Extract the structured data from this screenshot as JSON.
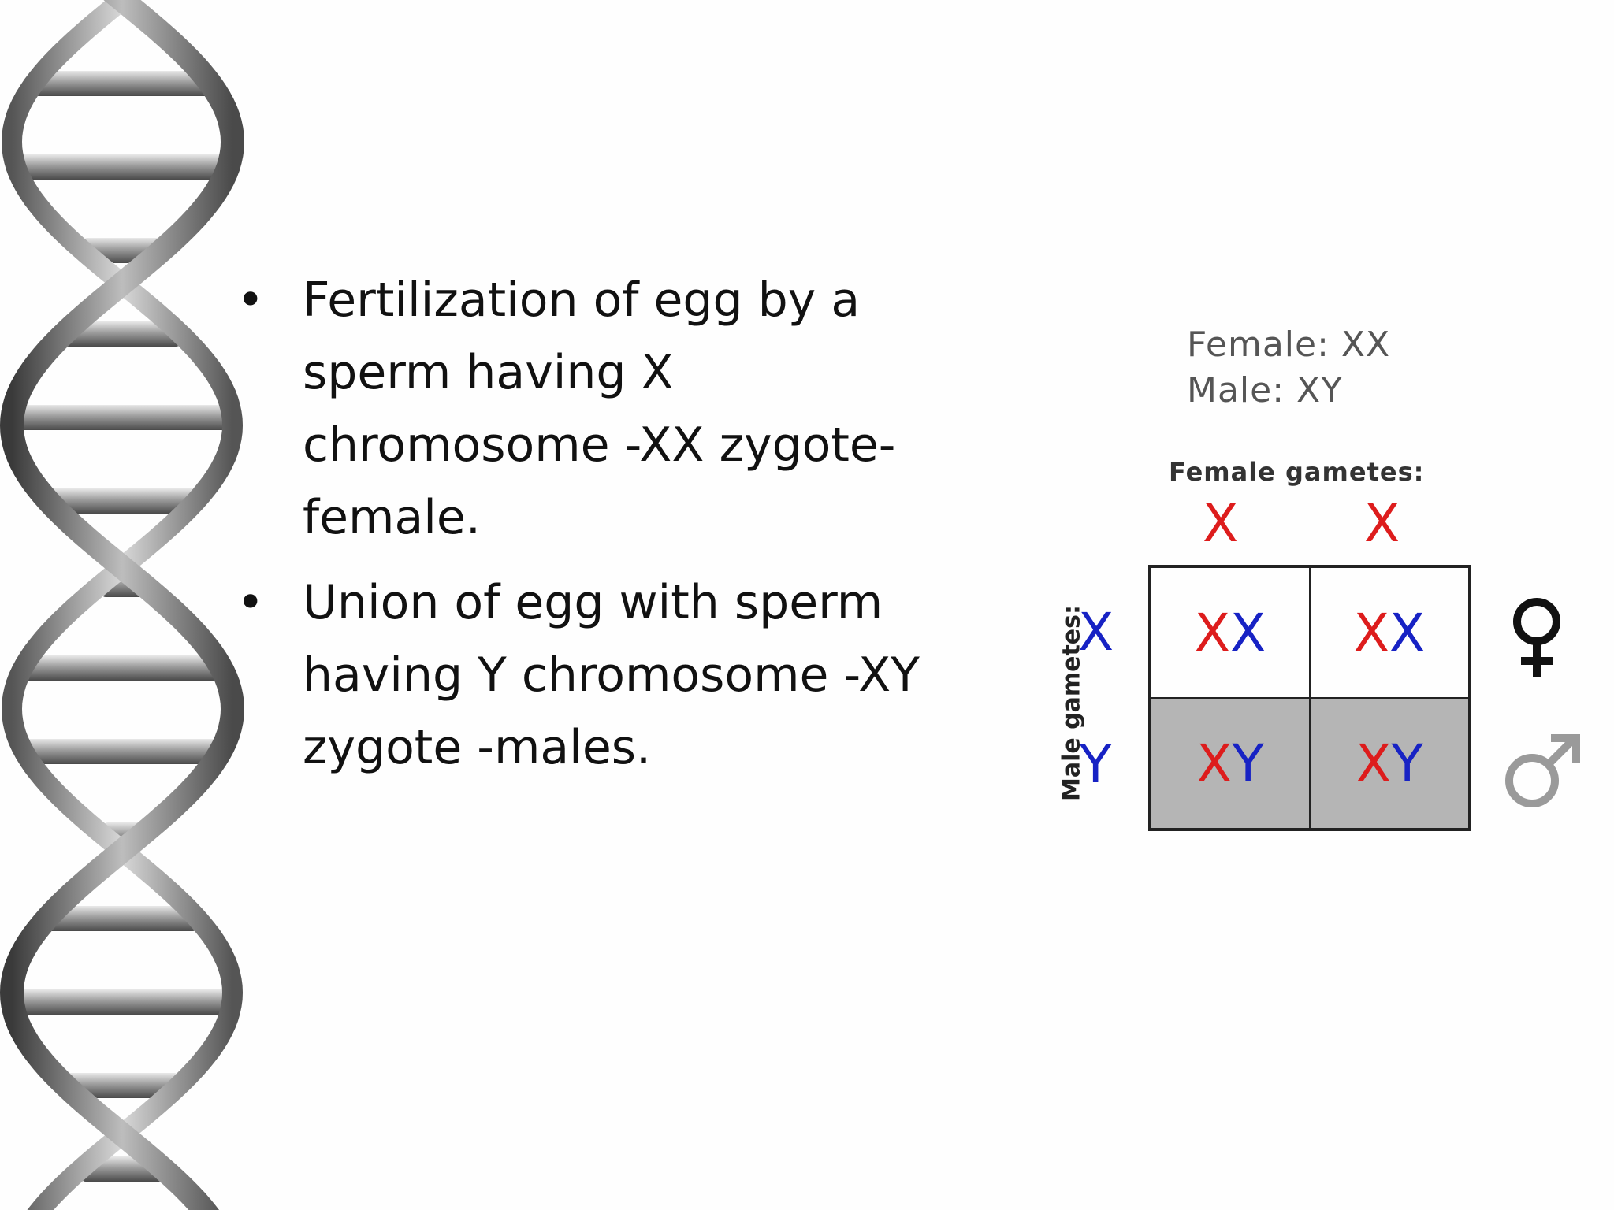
{
  "bullets": [
    "Fertilization of egg by a sperm having X chromosome -XX zygote-female.",
    "Union of egg with sperm having Y chromosome -XY zygote -males."
  ],
  "diagram": {
    "caption_female": "Female: XX",
    "caption_male": "Male: XY",
    "female_gametes_label": "Female gametes:",
    "male_gametes_label": "Male gametes:",
    "female_gametes": [
      "X",
      "X"
    ],
    "male_gametes": [
      "X",
      "Y"
    ],
    "cells": [
      [
        {
          "a": "X",
          "b": "X"
        },
        {
          "a": "X",
          "b": "X"
        }
      ],
      [
        {
          "a": "X",
          "b": "Y"
        },
        {
          "a": "X",
          "b": "Y"
        }
      ]
    ],
    "row_symbols": [
      "female-symbol-icon",
      "male-symbol-icon"
    ],
    "colors": {
      "female_allele": "#dd1c1c",
      "male_allele": "#1722c4",
      "male_row_fill": "#b5b5b5",
      "female_symbol": "#111111",
      "male_symbol": "#9a9a9a"
    }
  }
}
